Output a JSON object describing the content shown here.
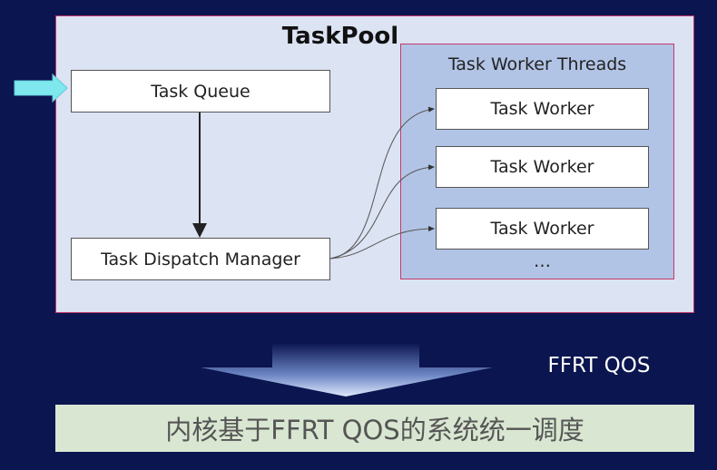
{
  "diagram": {
    "taskpool_title": "TaskPool",
    "task_queue_label": "Task Queue",
    "dispatch_label": "Task Dispatch Manager",
    "workers_title": "Task Worker Threads",
    "workers": [
      {
        "label": "Task Worker"
      },
      {
        "label": "Task Worker"
      },
      {
        "label": "Task Worker"
      }
    ],
    "ellipsis": "…",
    "qos_label": "FFRT QOS",
    "bottom_text": "内核基于FFRT QOS的系统统一调度"
  },
  "colors": {
    "background": "#0b1550",
    "taskpool_fill": "#dce3f3",
    "workers_fill": "#b2c4e6",
    "border_accent": "#c23a6a",
    "input_arrow": "#7fe8ef",
    "bottom_bar": "#d9e7d2"
  }
}
